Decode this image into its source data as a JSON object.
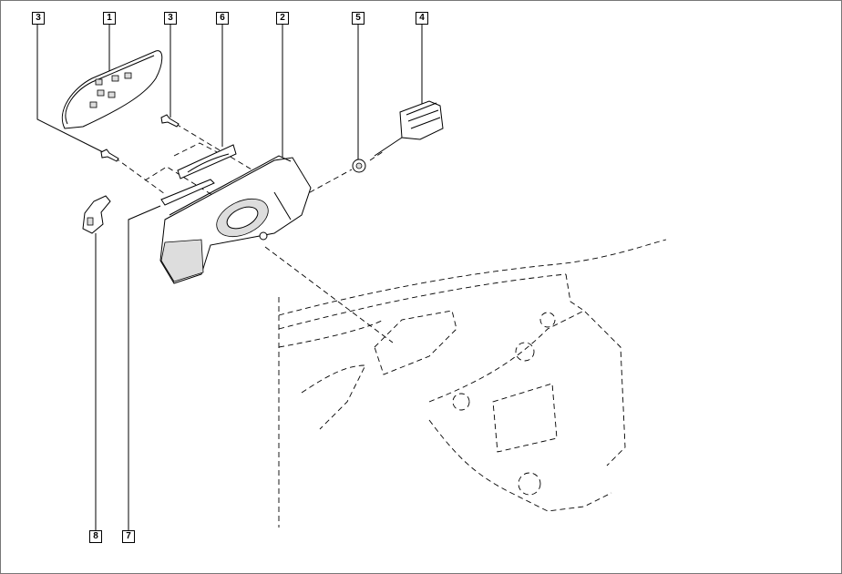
{
  "diagram": {
    "type": "exploded-parts-view",
    "callouts": {
      "screw_left": "3",
      "lens": "1",
      "screw_right": "3",
      "seal": "6",
      "housing": "2",
      "grommet": "5",
      "actuator": "4",
      "clip": "8",
      "strip": "7"
    }
  }
}
